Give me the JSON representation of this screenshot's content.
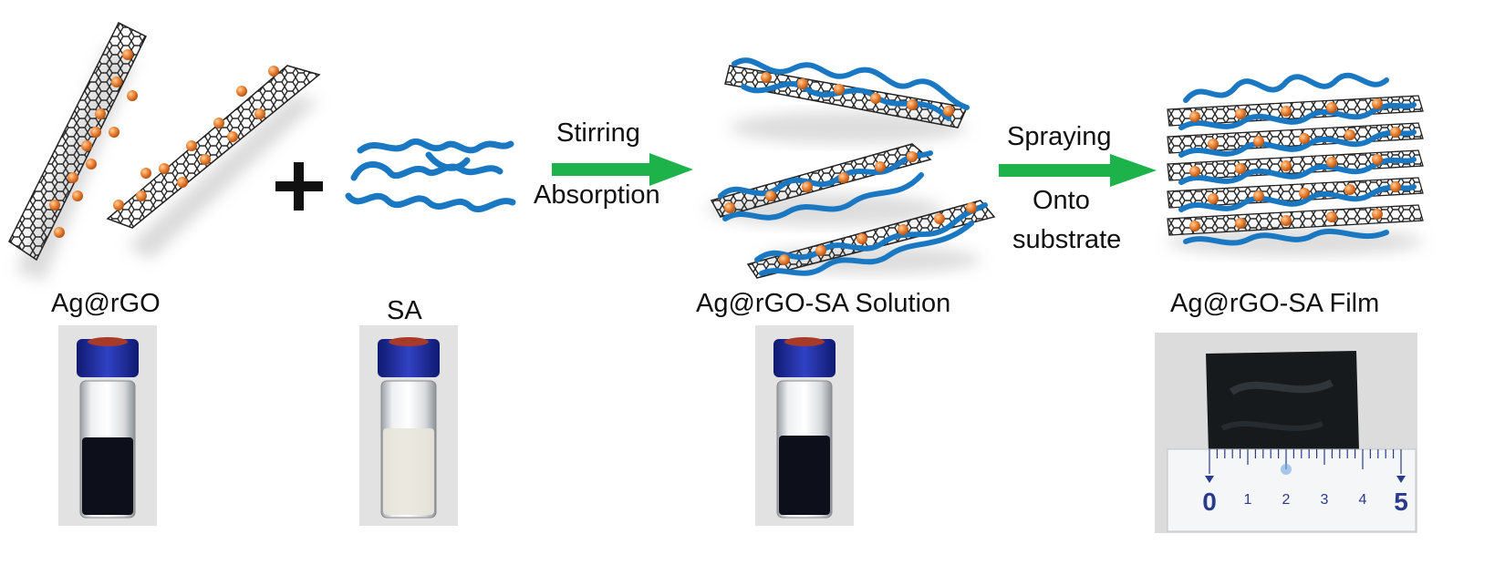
{
  "materials": {
    "ag_rgo": "Ag@rGO",
    "sa": "SA",
    "solution": "Ag@rGO-SA Solution",
    "film": "Ag@rGO-SA Film"
  },
  "steps": {
    "step1_top": "Stirring",
    "step1_bottom": "Absorption",
    "step2_top": "Spraying",
    "step2_line1": "Onto",
    "step2_line2": "substrate"
  },
  "ruler": {
    "labels": [
      "0",
      "1",
      "2",
      "3",
      "4",
      "5"
    ]
  },
  "colors": {
    "arrow": "#1db34a",
    "polymer": "#1a78c2",
    "nanoparticle": "#f08a3c",
    "sheet": "#2a2a2a",
    "vial_cap": "#1f2fa8",
    "dispersion": "#0d0f1a",
    "ruler_mark": "#2a3b8c"
  }
}
